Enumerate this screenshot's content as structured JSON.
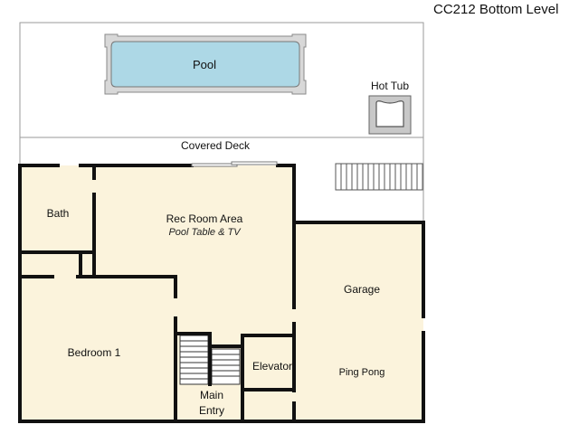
{
  "title": "CC212 Bottom Level",
  "labels": {
    "pool": "Pool",
    "hot_tub": "Hot Tub",
    "covered_deck": "Covered Deck",
    "bath": "Bath",
    "rec_room": "Rec Room Area",
    "rec_room_note": "Pool Table & TV",
    "garage": "Garage",
    "ping_pong": "Ping Pong",
    "bedroom": "Bedroom 1",
    "elevator": "Elevator",
    "main_entry_line1": "Main",
    "main_entry_line2": "Entry"
  },
  "colors": {
    "floor": "#fbf3dc",
    "wall": "#111111",
    "outline": "#9a9a9a",
    "pool_water": "#add8e6",
    "pool_rim": "#d8d8d8",
    "hot_tub_rim": "#c8c8c8"
  }
}
